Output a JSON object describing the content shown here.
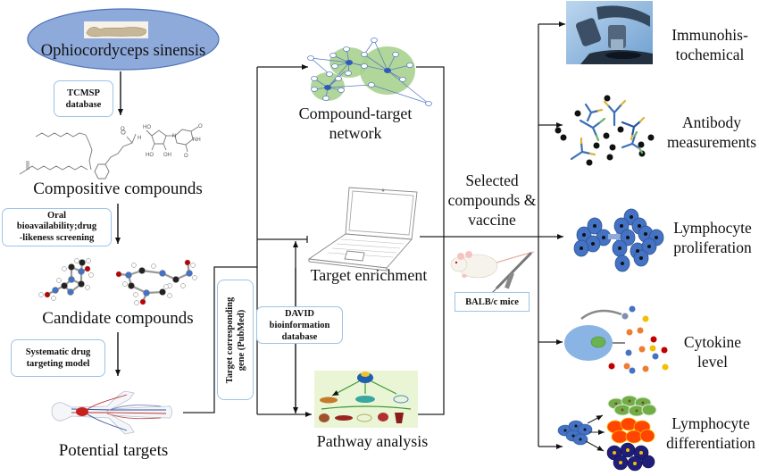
{
  "source": {
    "title": "Ophiocordyceps sinensis",
    "image": "ophiocordyceps-specimen"
  },
  "left_flow": {
    "steps": [
      {
        "box_lines": [
          "TCMSP",
          "database"
        ],
        "result": "Compositive compounds"
      },
      {
        "box_lines": [
          "Oral",
          "bioavailability;drug",
          "-likeness screening"
        ],
        "result": "Candidate compounds"
      },
      {
        "box_lines": [
          "Systematic drug",
          "targeting model"
        ],
        "result": "Potential targets"
      }
    ]
  },
  "middle_flow": {
    "gene_box_lines": [
      "Target corresponding",
      "gene (PubMed)"
    ],
    "david_box_lines": [
      "DAVID",
      "bioinformation",
      "database"
    ],
    "network_label_lines": [
      "Compound-target",
      "network"
    ],
    "enrichment_label": "Target enrichment",
    "pathway_label": "Pathway analysis"
  },
  "experiment": {
    "label_lines": [
      "Selected",
      "compounds &",
      "vaccine"
    ],
    "mice_box": "BALB/c mice"
  },
  "outcomes": [
    {
      "lines": [
        "Immunohis-",
        "tochemical"
      ],
      "icon": "microscope"
    },
    {
      "lines": [
        "Antibody",
        "measurements"
      ],
      "icon": "antibodies"
    },
    {
      "lines": [
        "Lymphocyte",
        "proliferation"
      ],
      "icon": "cell-proliferation"
    },
    {
      "lines": [
        "Cytokine",
        "level"
      ],
      "icon": "cytokine-release"
    },
    {
      "lines": [
        "Lymphocyte",
        "differentiation"
      ],
      "icon": "cell-differentiation"
    }
  ],
  "colors": {
    "ellipse_fill": "#8eaadb",
    "ellipse_border": "#4f73b8",
    "box_border": "#9dc3e6",
    "line": "#222222",
    "network_green": "#a9d18e",
    "cell_blue": "#4472c4"
  }
}
